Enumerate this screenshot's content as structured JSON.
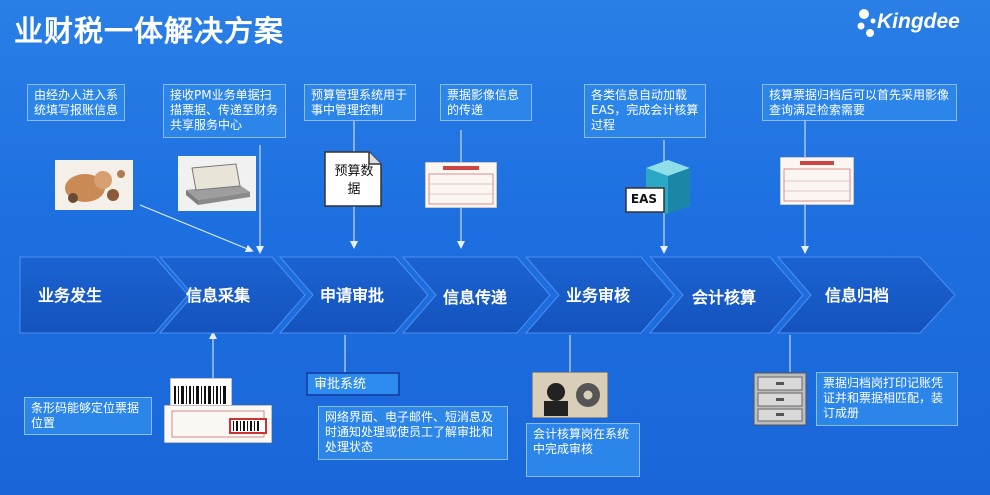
{
  "title": "业财税一体解决方案",
  "brand": "Kingdee",
  "colors": {
    "background": "#1f70e0",
    "arrow_fill": "#1657c4",
    "arrow_text": "#ffffff",
    "note_fill": "#2c86ea"
  },
  "steps": [
    {
      "label": "业务发生"
    },
    {
      "label": "信息采集"
    },
    {
      "label": "申请审批"
    },
    {
      "label": "信息传递"
    },
    {
      "label": "业务审核"
    },
    {
      "label": "会计核算"
    },
    {
      "label": "信息归档"
    }
  ],
  "top_notes": [
    {
      "text": "由经办人进入系统填写报账信息"
    },
    {
      "text": "接收PM业务单据扫描票据、传递至财务共享服务中心"
    },
    {
      "text": "预算管理系统用于事中管理控制"
    },
    {
      "text": "票据影像信息的传递"
    },
    {
      "text": "各类信息自动加载EAS，完成会计核算过程"
    },
    {
      "text": "核算票据归档后可以首先采用影像查询满足检索需要"
    }
  ],
  "bottom_notes": [
    {
      "text": "条形码能够定位票据位置"
    },
    {
      "text": "审批系统"
    },
    {
      "text": "网络界面、电子邮件、短消息及时通知处理或使员工了解审批和处理状态"
    },
    {
      "text": "会计核算岗在系统中完成审核"
    },
    {
      "text": "票据归档岗打印记账凭证并和票据相匹配，装订成册"
    }
  ],
  "icons": {
    "budget_doc": "预算数据",
    "eas": "EAS"
  }
}
